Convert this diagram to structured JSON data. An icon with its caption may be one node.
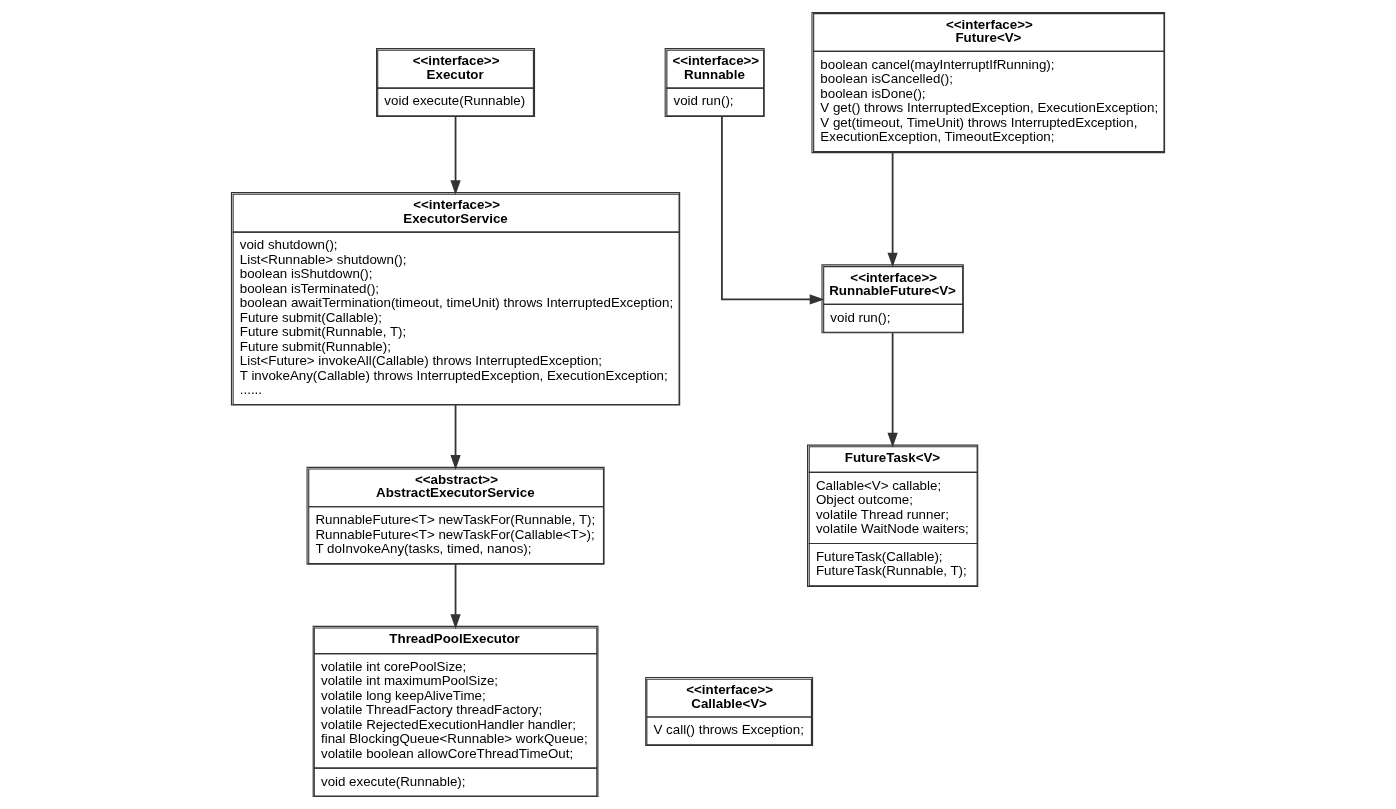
{
  "diagram": {
    "nodes": [
      {
        "text": [
          "<<interface>>",
          "Executor",
          "void execute(Runnable)"
        ]
      },
      {
        "text": [
          "<<interface>>",
          "Runnable",
          "void run();"
        ]
      },
      {
        "text": [
          "<<interface>>",
          "Future<V>",
          "boolean cancel(mayInterruptIfRunning);",
          "boolean isCancelled();",
          "boolean isDone();",
          "V get() throws InterruptedException, ExecutionException;",
          "V get(timeout, TimeUnit) throws InterruptedException, ExecutionException, TimeoutException;"
        ]
      },
      {
        "text": [
          "<<interface>>",
          "ExecutorService",
          "void shutdown();",
          "List<Runnable> shutdown();",
          "boolean isShutdown();",
          "boolean isTerminated();",
          "boolean awaitTermination(timeout, timeUnit) throws InterruptedException;",
          "Future submit(Callable);",
          "Future submit(Runnable, T);",
          "Future submit(Runnable);",
          "List<Future> invokeAll(Callable) throws InterruptedException;",
          "T invokeAny(Callable) throws InterruptedException, ExecutionException;",
          "......"
        ]
      },
      {
        "text": [
          "<<interface>>",
          "RunnableFuture<V>",
          "void run();"
        ]
      },
      {
        "text": [
          "<<abstract>>",
          "AbstractExecutorService",
          "RunnableFuture<T> newTaskFor(Runnable, T);",
          "RunnableFuture<T> newTaskFor(Callable<T>);",
          "T doInvokeAny(tasks, timed, nanos);"
        ]
      },
      {
        "text": [
          "FutureTask<V>",
          "Callable<V> callable;",
          "Object outcome;",
          "volatile Thread runner;",
          "volatile WaitNode waiters;",
          "FutureTask(Callable);",
          "FutureTask(Runnable, T);"
        ]
      },
      {
        "text": [
          "ThreadPoolExecutor",
          "volatile int corePoolSize;",
          "volatile int maximumPoolSize;",
          "volatile long keepAliveTime;",
          "volatile ThreadFactory threadFactory;",
          "volatile RejectedExecutionHandler handler;",
          "final BlockingQueue<Runnable> workQueue;",
          "volatile boolean allowCoreThreadTimeOut;",
          "void execute(Runnable);"
        ]
      },
      {
        "text": [
          "<<interface>>",
          "Callable<V>",
          "V call() throws Exception;"
        ]
      }
    ],
    "edges": [
      {
        "from": 0,
        "to": 3,
        "arrow": "to"
      },
      {
        "from": 3,
        "to": 5,
        "arrow": "to"
      },
      {
        "from": 5,
        "to": 7,
        "arrow": "to"
      },
      {
        "from": 1,
        "to": 4,
        "arrow": "to"
      },
      {
        "from": 2,
        "to": 4,
        "arrow": "to"
      },
      {
        "from": 4,
        "to": 6,
        "arrow": "to"
      }
    ]
  }
}
